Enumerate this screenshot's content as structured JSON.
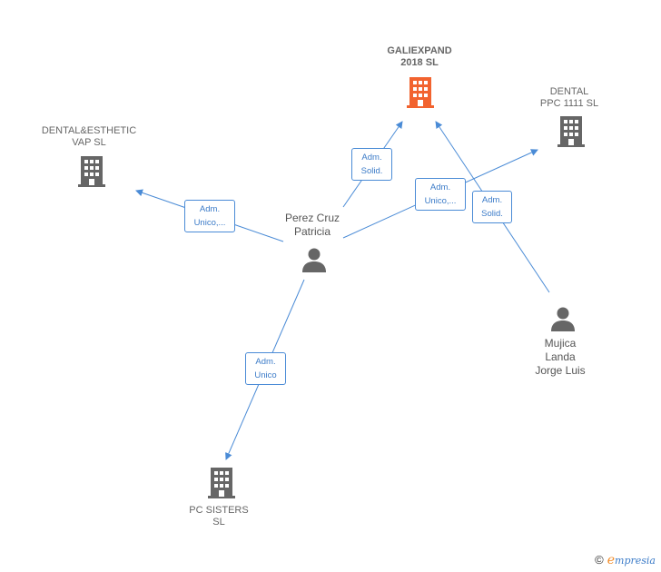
{
  "nodes": {
    "galiexpand": {
      "line1": "GALIEXPAND",
      "line2": "2018  SL",
      "kind": "company",
      "color": "#f2632f"
    },
    "dental_ppc": {
      "line1": "DENTAL",
      "line2": "PPC 1111  SL",
      "kind": "company",
      "color": "#666666"
    },
    "dental_esthetic": {
      "line1": "DENTAL&ESTHETIC",
      "line2": "VAP  SL",
      "kind": "company",
      "color": "#666666"
    },
    "pc_sisters": {
      "line1": "PC SISTERS",
      "line2": "SL",
      "kind": "company",
      "color": "#666666"
    },
    "perez": {
      "line1": "Perez Cruz",
      "line2": "Patricia",
      "kind": "person",
      "color": "#666666"
    },
    "mujica": {
      "line1": "Mujica",
      "line2": "Landa",
      "line3": "Jorge Luis",
      "kind": "person",
      "color": "#666666"
    }
  },
  "edges": {
    "perez_galiexpand": {
      "line1": "Adm.",
      "line2": "Solid."
    },
    "perez_dental_ppc": {
      "line1": "Adm.",
      "line2": "Unico,..."
    },
    "mujica_galiexpand": {
      "line1": "Adm.",
      "line2": "Solid."
    },
    "perez_dental_esthetic": {
      "line1": "Adm.",
      "line2": "Unico,..."
    },
    "perez_pc_sisters": {
      "line1": "Adm.",
      "line2": "Unico"
    }
  },
  "colors": {
    "edge": "#4a8bd6",
    "highlight": "#f2632f",
    "icon": "#666666"
  },
  "footer": {
    "copyright_symbol": "©",
    "brand_initial": "e",
    "brand_rest": "mpresia"
  }
}
